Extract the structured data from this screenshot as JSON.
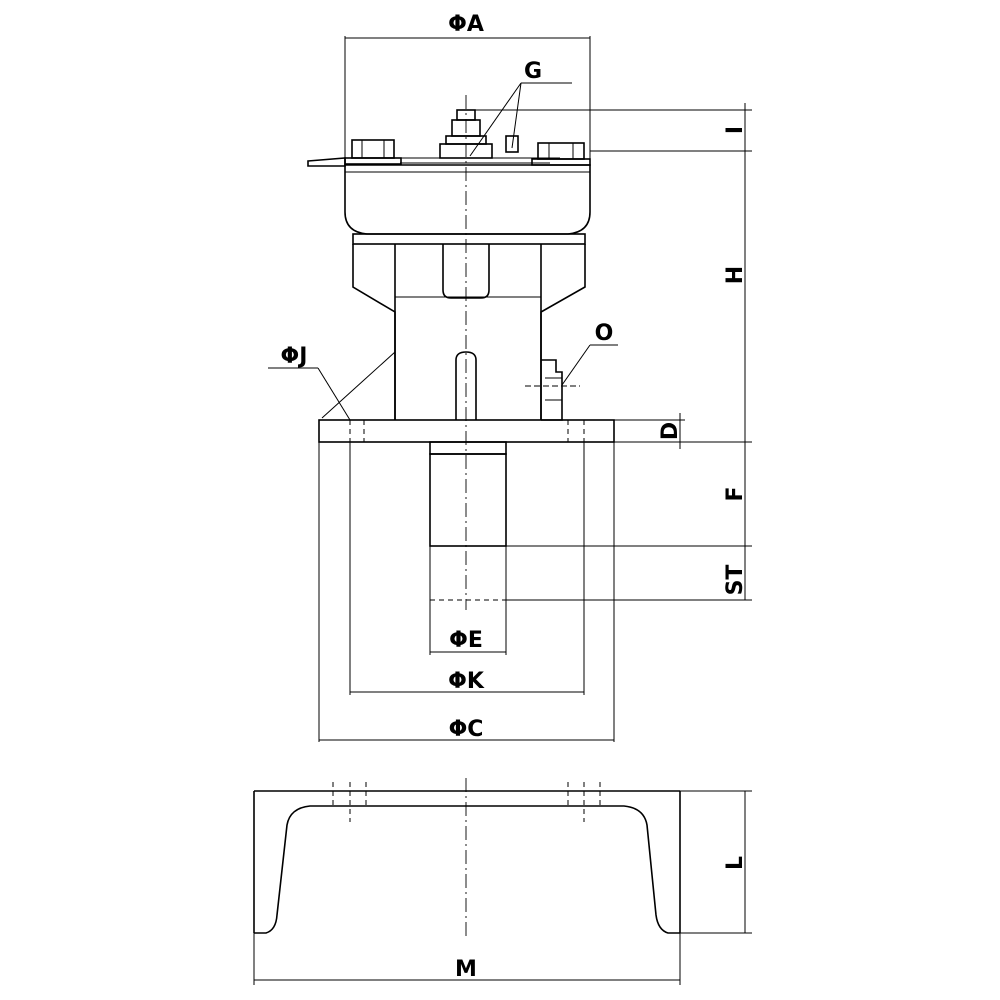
{
  "labels": {
    "A": "ΦA",
    "G": "G",
    "I": "I",
    "H": "H",
    "O": "O",
    "J": "ΦJ",
    "D": "D",
    "F": "F",
    "ST": "ST",
    "E": "ΦE",
    "K": "ΦK",
    "C": "ΦC",
    "L": "L",
    "M": "M"
  }
}
